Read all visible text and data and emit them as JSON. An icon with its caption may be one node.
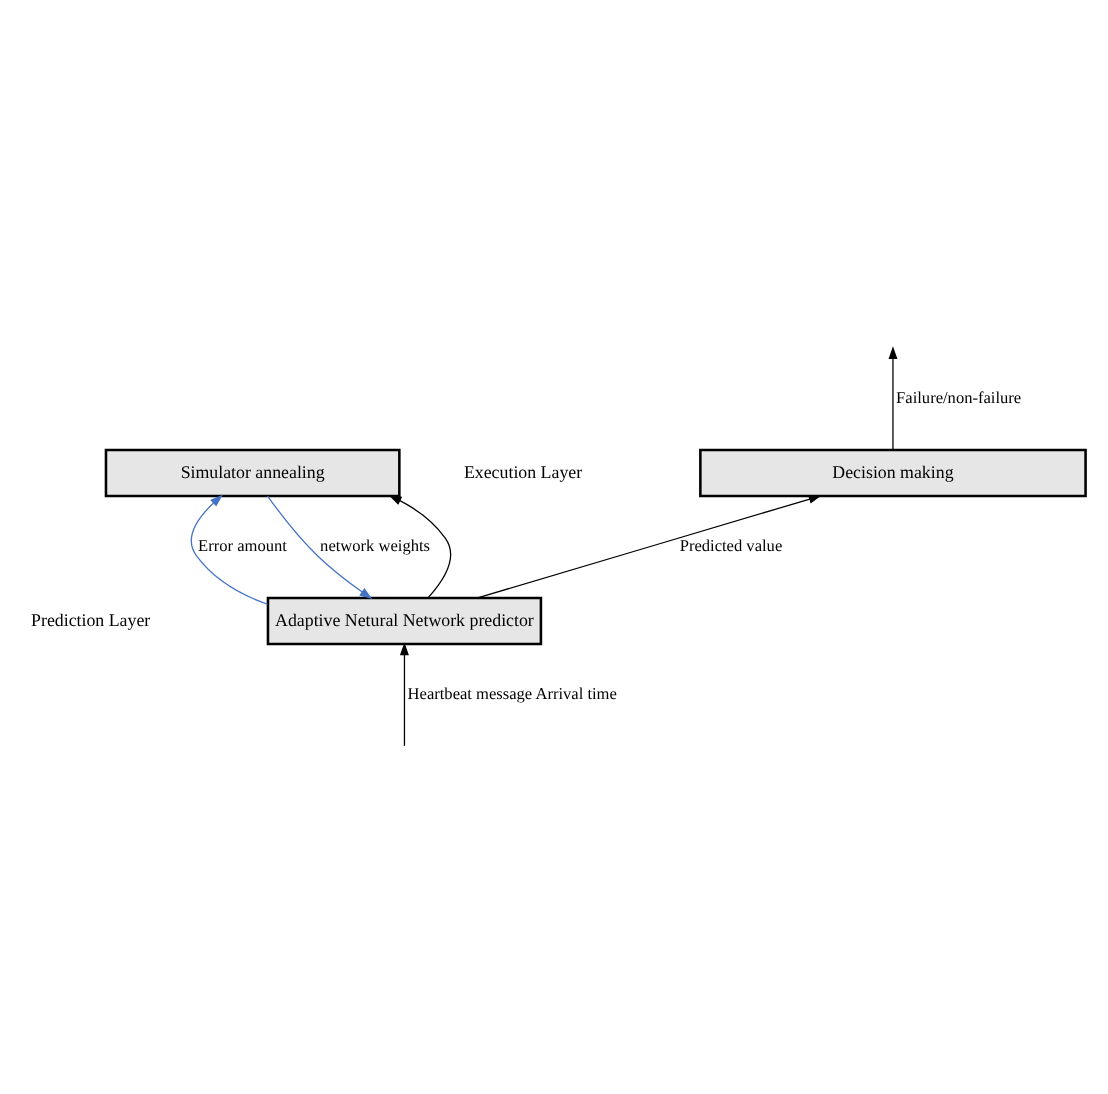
{
  "diagram": {
    "nodes": [
      {
        "text": [
          "Decision making"
        ]
      },
      {
        "text": [
          "Simulator annealing"
        ]
      },
      {
        "text": [
          "Adaptive Netural Network predictor"
        ]
      }
    ],
    "edges": [
      {
        "from": 0,
        "to": null,
        "arrow": "to",
        "label": "Failure/non-failure"
      },
      {
        "from": 2,
        "to": 0,
        "arrow": "to",
        "label": "Predicted value"
      },
      {
        "from": 2,
        "to": 1,
        "arrow": "to"
      },
      {
        "from": 1,
        "to": 2,
        "arrow": "to",
        "label": "network weights",
        "color": "#4472c4"
      },
      {
        "from": 2,
        "to": 1,
        "arrow": "to",
        "label": "Error amount",
        "color": "#4472c4"
      },
      {
        "from": null,
        "to": 2,
        "arrow": "to",
        "label": "Heartbeat message Arrival time"
      }
    ],
    "labels": [
      "Execution Layer",
      "Prediction Layer"
    ]
  }
}
